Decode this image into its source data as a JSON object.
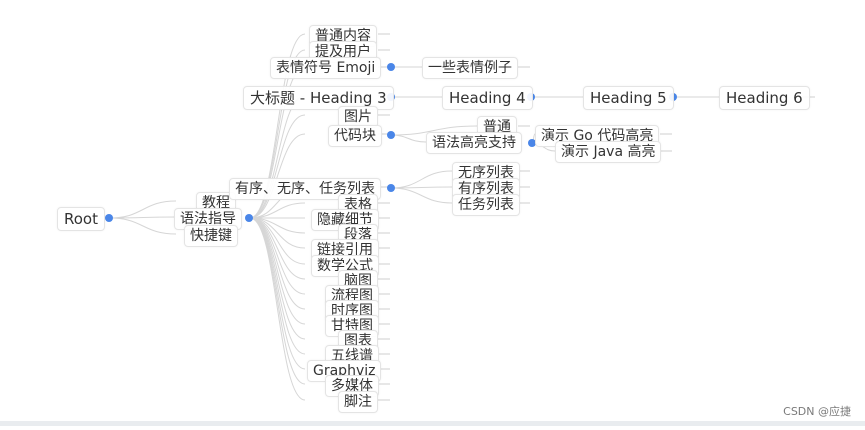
{
  "root": "Root",
  "level1": {
    "tutorial": "教程",
    "syntax_guide": "语法指导",
    "shortcuts": "快捷键"
  },
  "syntax_children": {
    "normal": "普通内容",
    "mention": "提及用户",
    "emoji": "表情符号 Emoji",
    "heading3": "大标题 - Heading 3",
    "image": "图片",
    "codeblock": "代码块",
    "lists": "有序、无序、任务列表",
    "table": "表格",
    "hidden": "隐藏细节",
    "paragraph": "段落",
    "link": "链接引用",
    "math": "数学公式",
    "mindmap": "脑图",
    "flowchart": "流程图",
    "sequence": "时序图",
    "gantt": "甘特图",
    "chart": "图表",
    "staff": "五线谱",
    "graphviz": "Graphviz",
    "media": "多媒体",
    "footnote": "脚注"
  },
  "emoji_child": "一些表情例子",
  "heading_chain": [
    "Heading 4",
    "Heading 5",
    "Heading 6"
  ],
  "code_children": {
    "plain": "普通",
    "highlight": "语法高亮支持"
  },
  "highlight_children": {
    "go": "演示 Go 代码高亮",
    "java": "演示 Java 高亮"
  },
  "list_children": {
    "unordered": "无序列表",
    "ordered": "有序列表",
    "task": "任务列表"
  },
  "watermark": "CSDN @应捷",
  "colors": {
    "dot": "#4a86e8",
    "edge": "#d6d6d6",
    "border": "#e4e4e4",
    "text": "#333333"
  }
}
